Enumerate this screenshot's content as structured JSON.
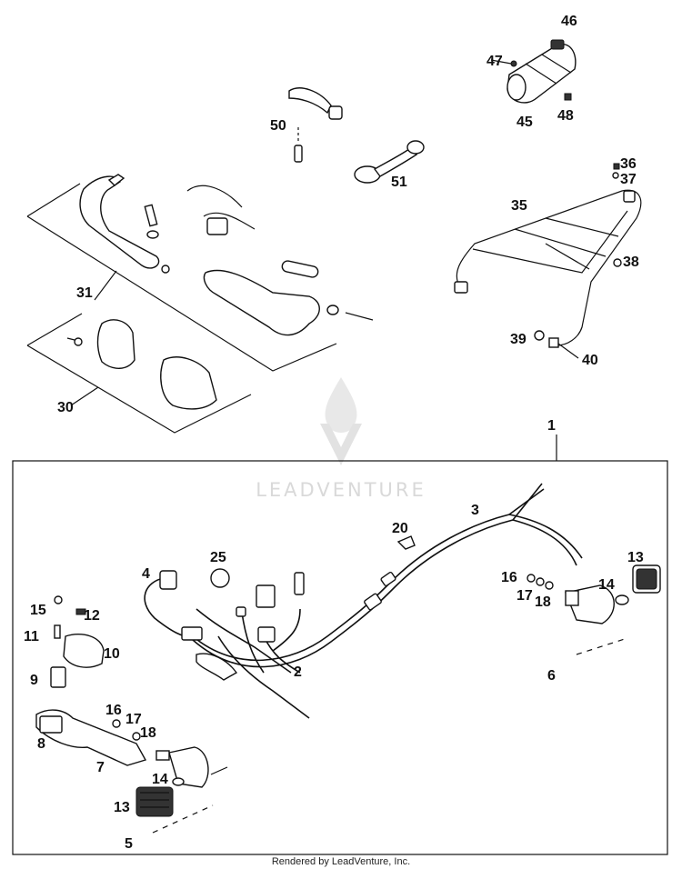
{
  "watermark": {
    "text": "LEADVENTURE"
  },
  "footer": {
    "text": "Rendered by LeadVenture, Inc."
  },
  "callouts": {
    "c1": "1",
    "c2": "2",
    "c3": "3",
    "c4": "4",
    "c5": "5",
    "c6": "6",
    "c7": "7",
    "c8": "8",
    "c9": "9",
    "c10": "10",
    "c11": "11",
    "c12": "12",
    "c13a": "13",
    "c13b": "13",
    "c14a": "14",
    "c14b": "14",
    "c15": "15",
    "c16a": "16",
    "c16b": "16",
    "c17a": "17",
    "c17b": "17",
    "c18a": "18",
    "c18b": "18",
    "c20": "20",
    "c25": "25",
    "c30": "30",
    "c31": "31",
    "c35": "35",
    "c36": "36",
    "c37": "37",
    "c38": "38",
    "c39": "39",
    "c40": "40",
    "c45": "45",
    "c46": "46",
    "c47": "47",
    "c48": "48",
    "c50": "50",
    "c51": "51"
  }
}
